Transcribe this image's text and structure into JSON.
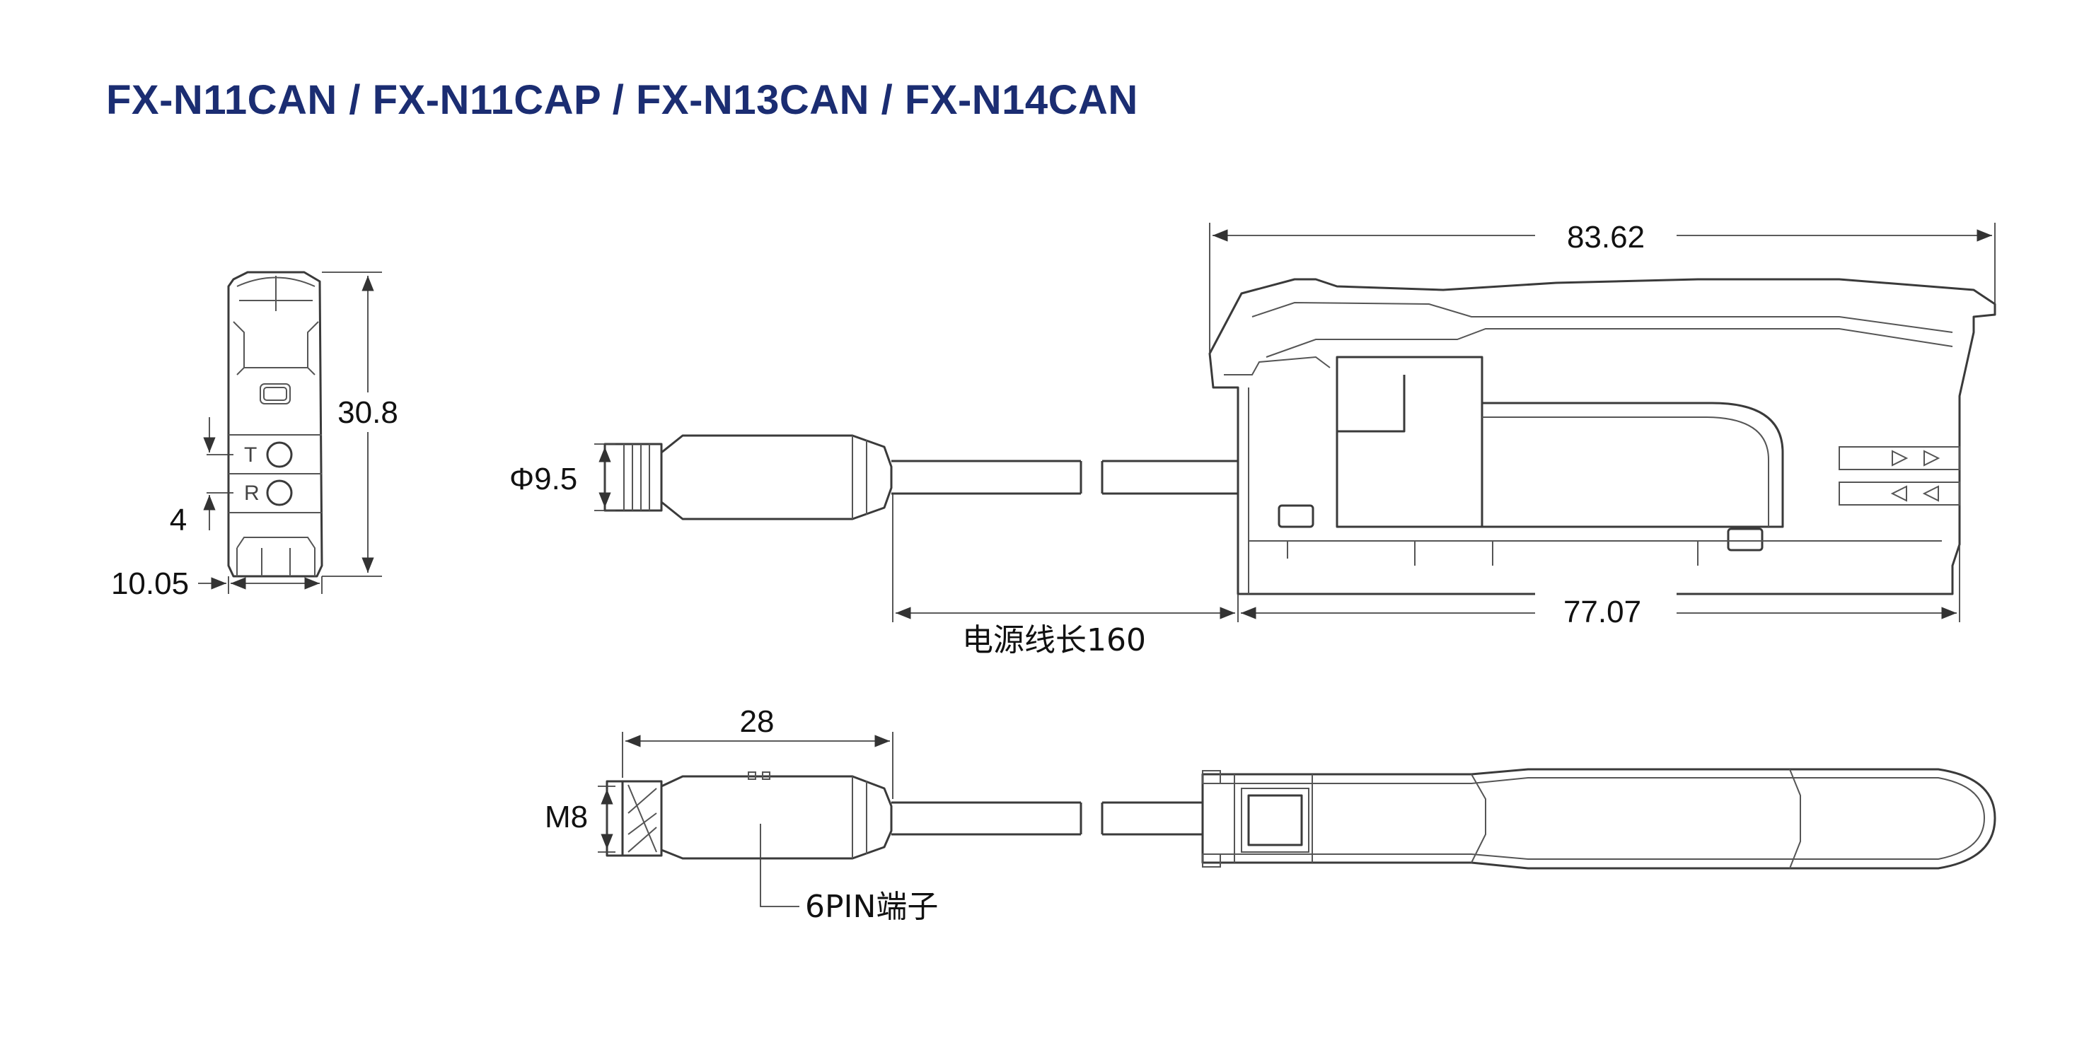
{
  "title": "FX-N11CAN / FX-N11CAP / FX-N13CAN / FX-N14CAN",
  "dimensions": {
    "total_length": "83.62",
    "body_length": "77.07",
    "height": "30.8",
    "width": "10.05",
    "led_spacing": "4",
    "cable_diameter": "Φ9.5",
    "connector_length": "28",
    "thread": "M8"
  },
  "labels": {
    "cable_length": "电源线长160",
    "connector": "6PIN端子",
    "led_t": "T",
    "led_r": "R"
  },
  "colors": {
    "title": "#1b2d72",
    "lines": "#3a3a3a"
  }
}
